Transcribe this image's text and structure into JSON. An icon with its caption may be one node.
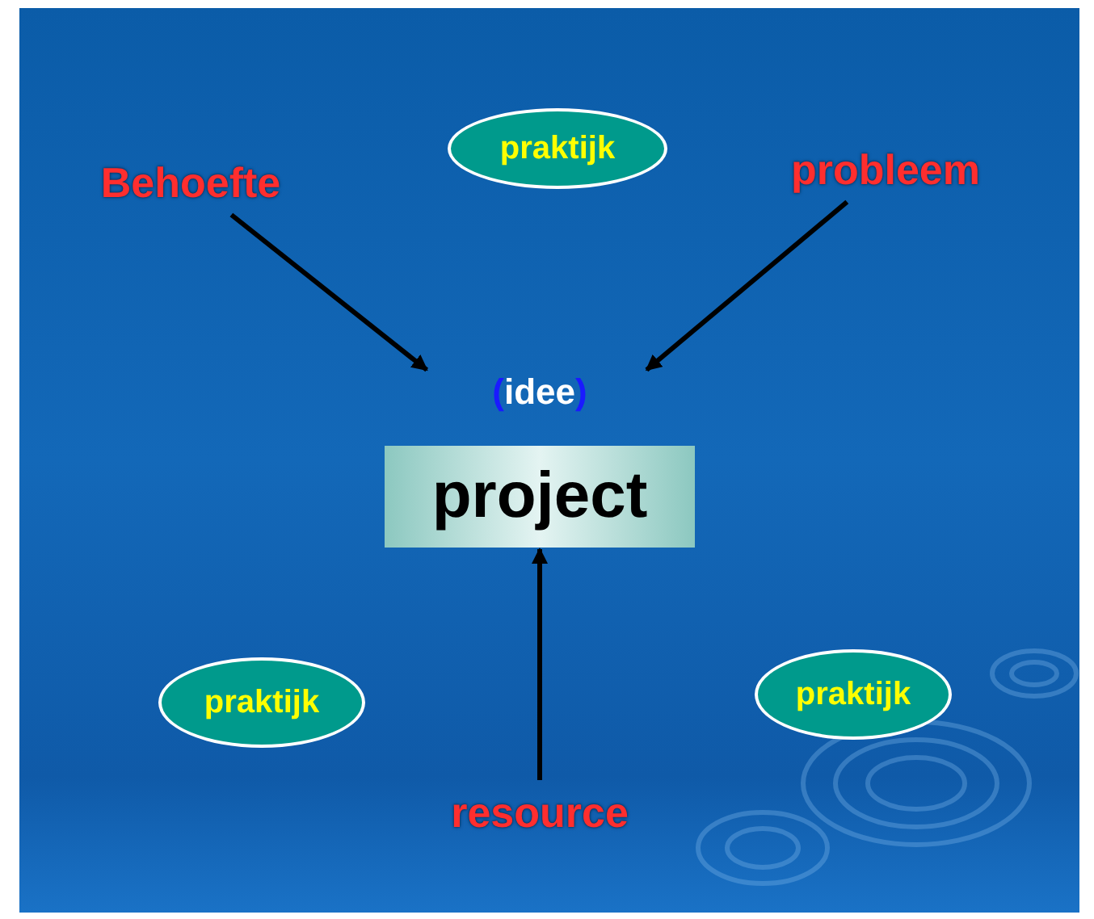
{
  "diagram": {
    "nodes": [
      {
        "text": [
          "Behoefte"
        ]
      },
      {
        "text": [
          "praktijk"
        ]
      },
      {
        "text": [
          "probleem"
        ]
      },
      {
        "text": [
          "(idee)",
          "project"
        ]
      },
      {
        "text": [
          "praktijk"
        ]
      },
      {
        "text": [
          "praktijk"
        ]
      },
      {
        "text": [
          "resource"
        ]
      }
    ],
    "edges": [
      {
        "from": 0,
        "to": 3,
        "arrow": "to"
      },
      {
        "from": 2,
        "to": 3,
        "arrow": "to"
      },
      {
        "from": 6,
        "to": 3,
        "arrow": "to"
      }
    ]
  }
}
